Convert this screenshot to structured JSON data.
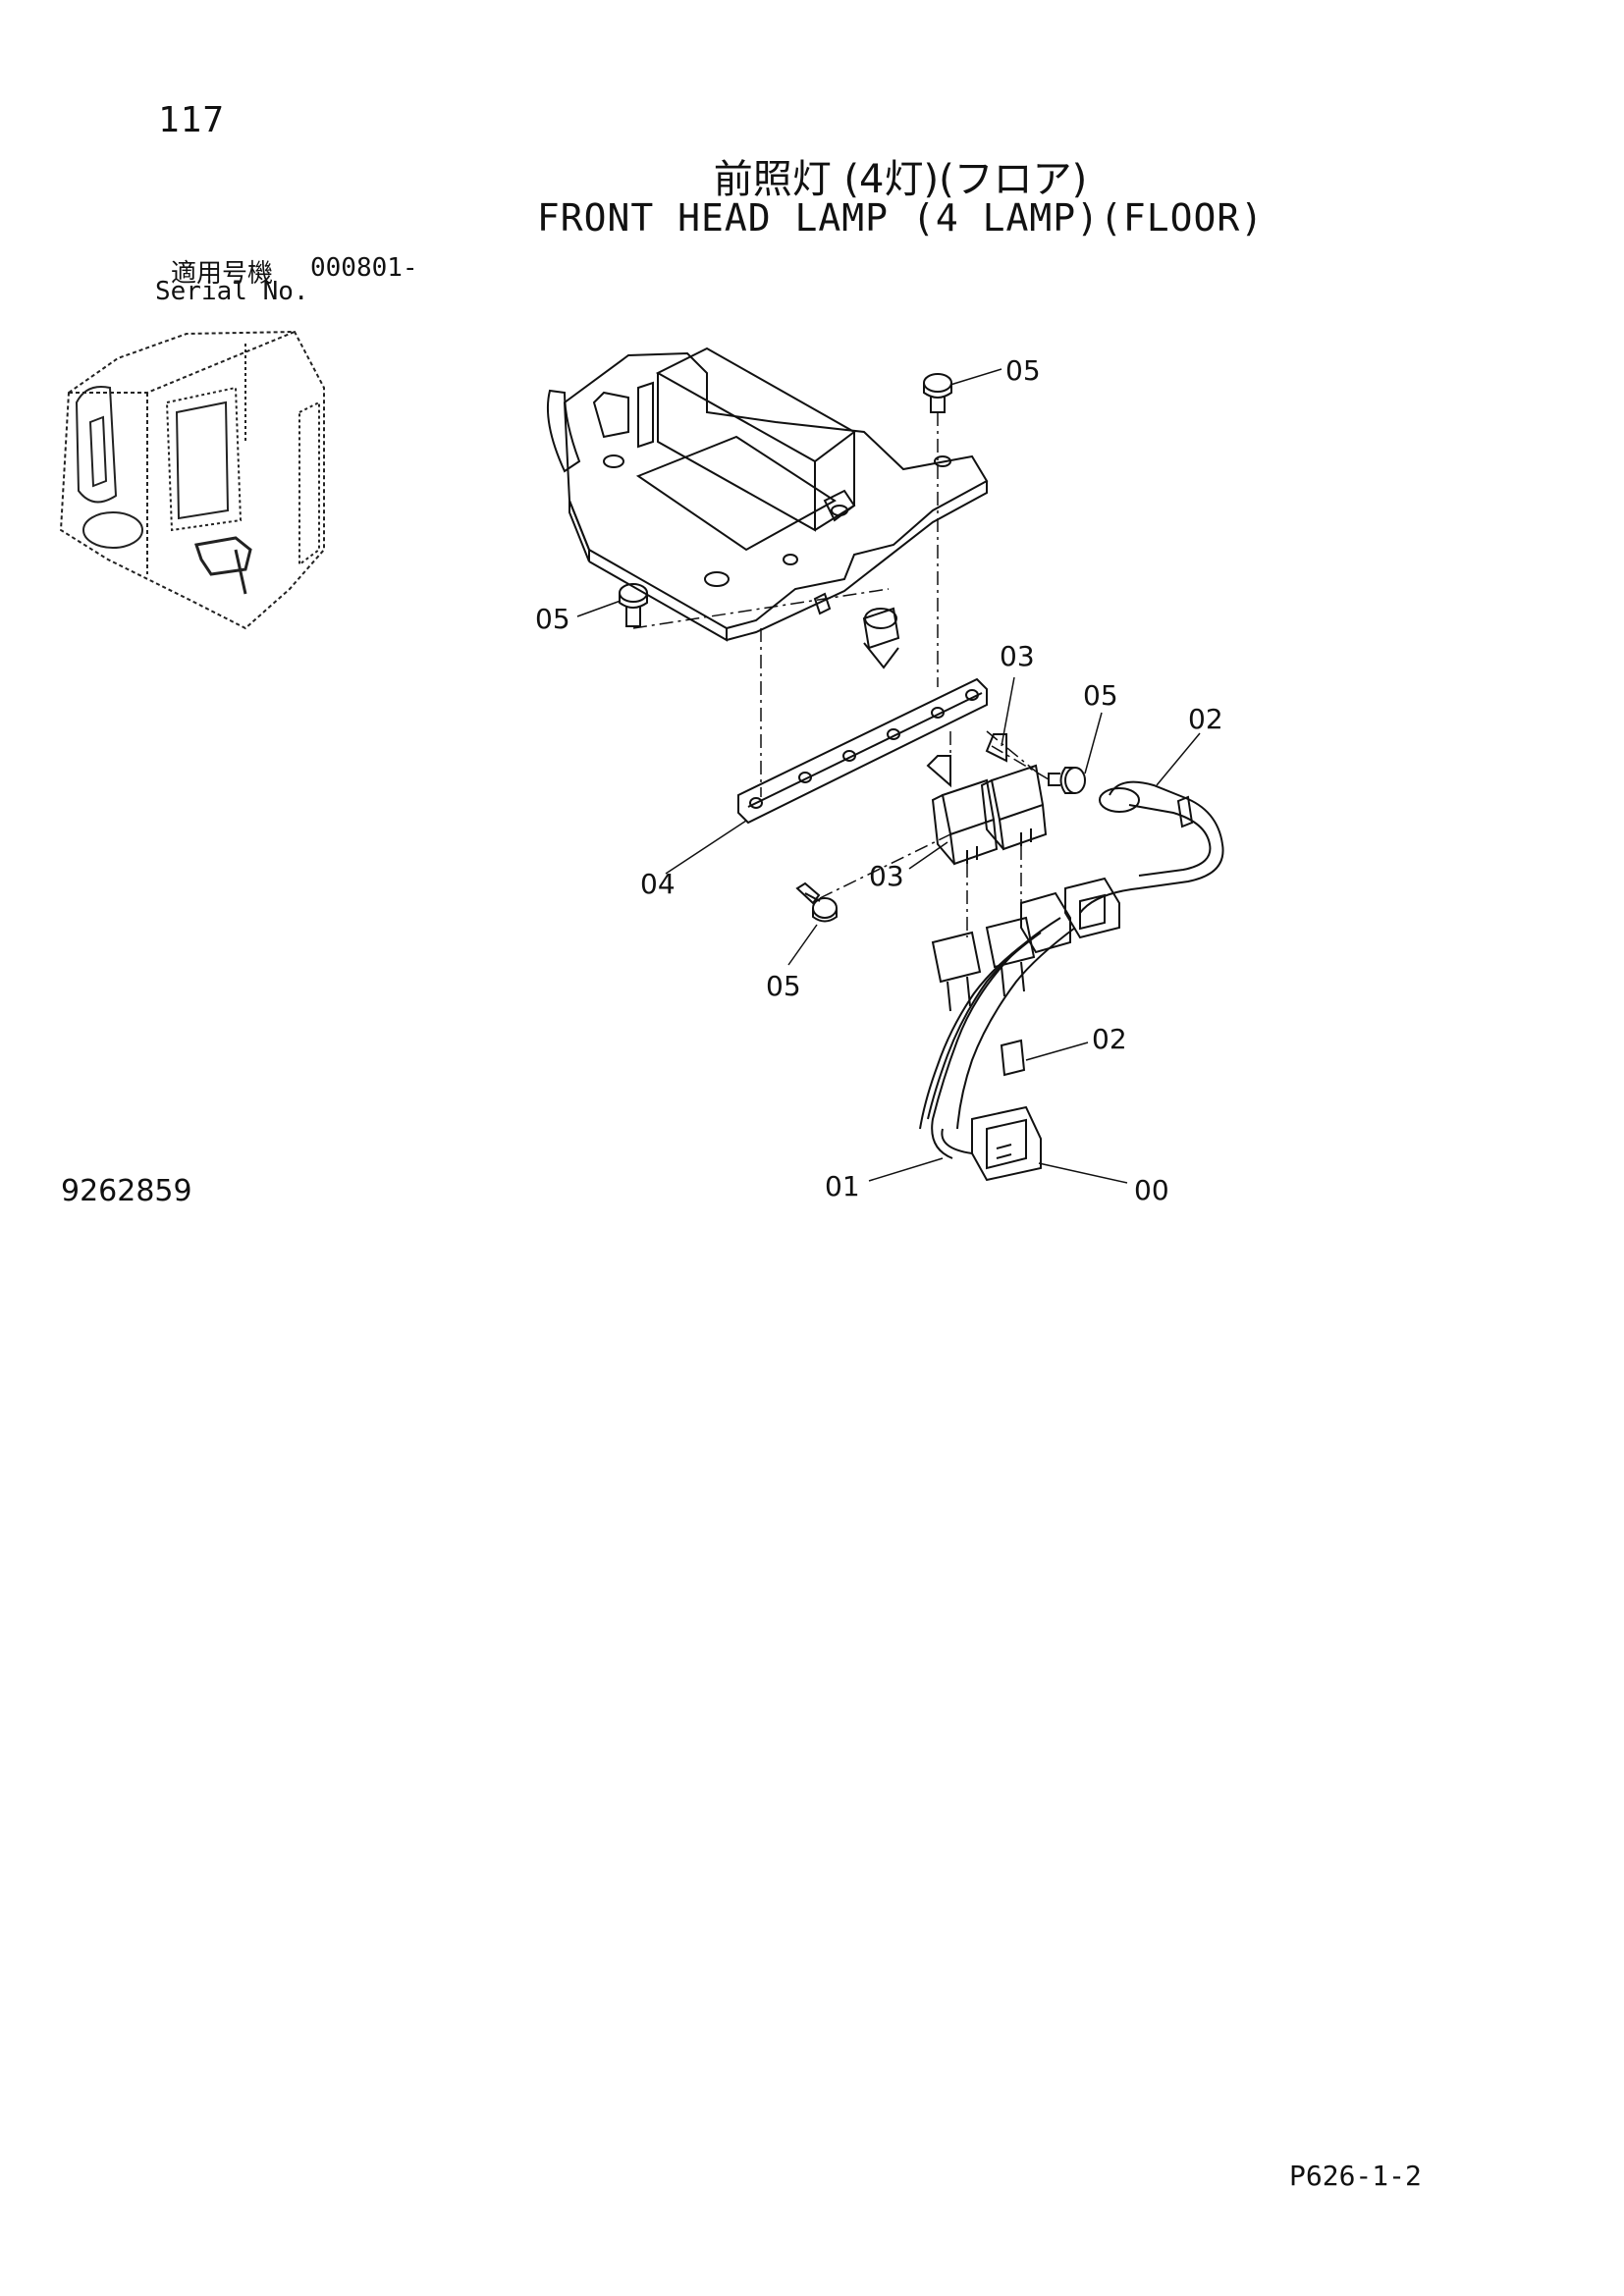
{
  "page_number": "117",
  "title_jp": "前照灯 (4灯)(フロア)",
  "title_en": "FRONT HEAD LAMP (4 LAMP)(FLOOR)",
  "serial_label_jp": "適用号機",
  "serial_value": "000801-",
  "serial_label_en": "Serial No.",
  "drawing_number": "9262859",
  "page_code": "P626-1-2",
  "callouts": {
    "c05_top": "05",
    "c05_left": "05",
    "c03_top": "03",
    "c05_right": "05",
    "c02_top": "02",
    "c04": "04",
    "c03_mid": "03",
    "c05_bottom": "05",
    "c02_mid": "02",
    "c01": "01",
    "c00": "00"
  }
}
